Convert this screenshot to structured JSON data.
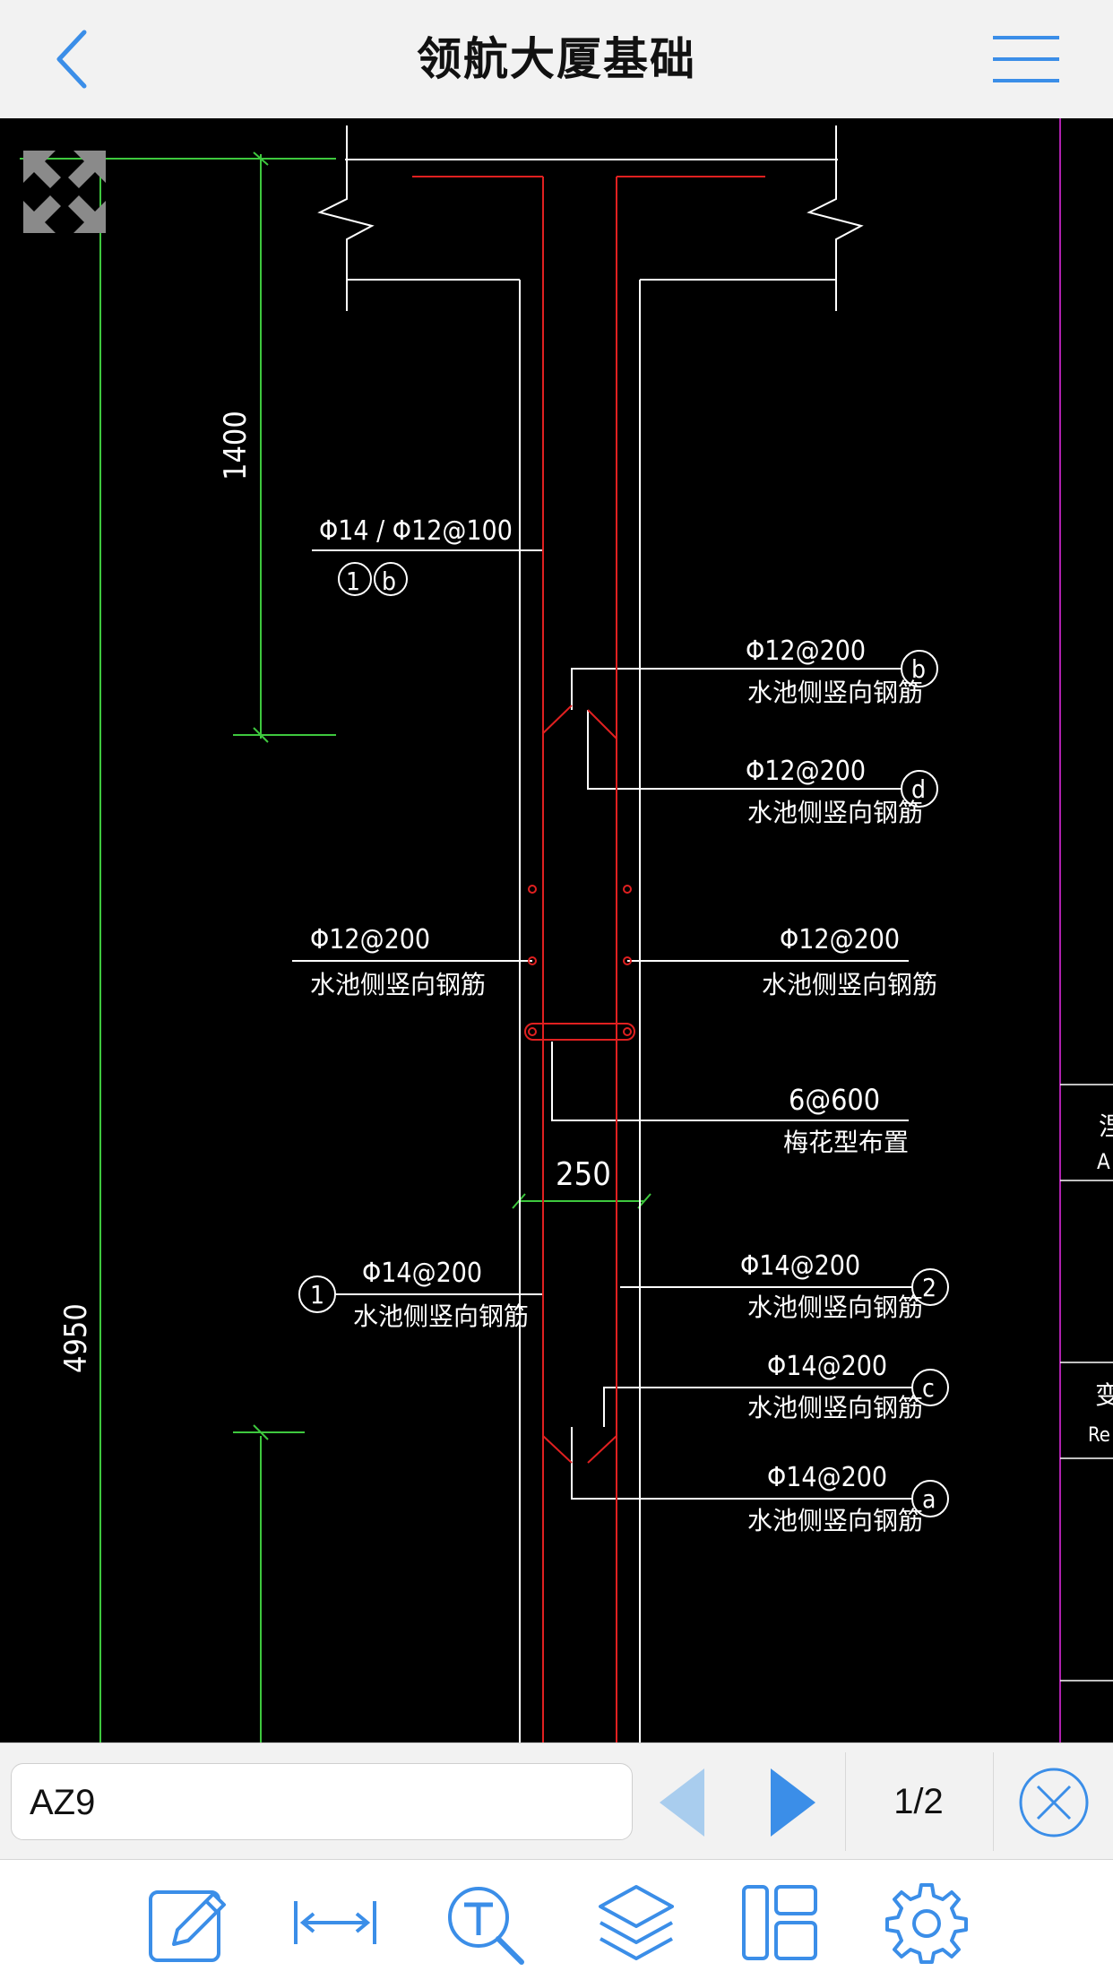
{
  "header": {
    "title": "领航大厦基础",
    "back_icon": "chevron-left-icon",
    "menu_icon": "hamburger-menu-icon"
  },
  "colors": {
    "accent": "#3b8ee8",
    "drawing_bg": "#000000",
    "line_white": "#ffffff",
    "line_red": "#e02020",
    "line_green": "#3ec83e",
    "line_magenta": "#b020b0"
  },
  "drawing": {
    "dims": {
      "d1400": "1400",
      "d4950": "4950",
      "d250": "250"
    },
    "labels": {
      "top_left": "Φ14 / Φ12@100",
      "right_b_spec": "Φ12@200",
      "right_b_desc": "水池侧竖向钢筋",
      "right_b_tag": "b",
      "right_d_spec": "Φ12@200",
      "right_d_desc": "水池侧竖向钢筋",
      "right_d_tag": "d",
      "mid_left_spec": "Φ12@200",
      "mid_left_desc": "水池侧竖向钢筋",
      "mid_right_spec": "Φ12@200",
      "mid_right_desc": "水池侧竖向钢筋",
      "tie_spec": "6@600",
      "tie_desc": "梅花型布置",
      "low_left_spec": "Φ14@200",
      "low_left_desc": "水池侧竖向钢筋",
      "low_left_tag": "1",
      "low_r2_spec": "Φ14@200",
      "low_r2_desc": "水池侧竖向钢筋",
      "low_r2_tag": "2",
      "low_rc_spec": "Φ14@200",
      "low_rc_desc": "水池侧竖向钢筋",
      "low_rc_tag": "c",
      "low_ra_spec": "Φ14@200",
      "low_ra_desc": "水池侧竖向钢筋",
      "low_ra_tag": "a",
      "tag_1": "1",
      "tag_b": "b",
      "edge_1": "涅",
      "edge_2": "A",
      "edge_3": "变",
      "edge_4": "Re"
    }
  },
  "search": {
    "value": "AZ9",
    "page_indicator": "1/2"
  },
  "toolbar": {
    "icons": [
      "edit-icon",
      "measure-icon",
      "text-search-icon",
      "layers-icon",
      "layout-icon",
      "settings-icon"
    ]
  }
}
